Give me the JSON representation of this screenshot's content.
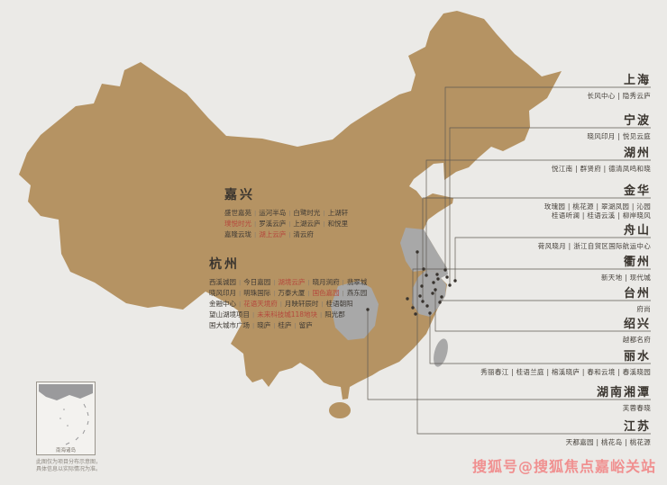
{
  "colors": {
    "background": "#ebeae7",
    "map_fill": "#b59363",
    "province_gray": "#a8a8a8",
    "accent_red": "#b5483c",
    "line_color": "#5f5a53",
    "watermark_pink": "#f09090"
  },
  "right_cities": [
    {
      "name": "上海",
      "projects": [
        "长风中心",
        "隐秀云庐"
      ]
    },
    {
      "name": "宁波",
      "projects": [
        "晓风印月",
        "悦见云庭"
      ]
    },
    {
      "name": "湖州",
      "projects": [
        "悦江南",
        "群贤府",
        "德清凤鸣和晓"
      ]
    },
    {
      "name": "金华",
      "projects": [
        "玫瑰园",
        "桃花源",
        "翠湖凤园",
        "沁园"
      ],
      "projects2": [
        "桂语听澜",
        "桂语云溪",
        "柳岸晓风"
      ]
    },
    {
      "name": "舟山",
      "projects": [
        "荷风晓月",
        "浙江自贸区国际航运中心"
      ]
    },
    {
      "name": "衢州",
      "projects": [
        "新天地",
        "现代城"
      ]
    },
    {
      "name": "台州",
      "projects": [
        "府尚"
      ]
    },
    {
      "name": "绍兴",
      "projects": [
        "越都名府"
      ]
    },
    {
      "name": "丽水",
      "projects": [
        "秀丽春江",
        "桂语兰庭",
        "榕溪晓庐",
        "春和云境",
        "春溪晓园"
      ]
    },
    {
      "name": "湖南湘潭",
      "projects": [
        "芙蓉春晓"
      ]
    },
    {
      "name": "江苏",
      "projects": [
        "天都嘉园",
        "桃花岛",
        "桃花源"
      ]
    }
  ],
  "jiaxing": {
    "name": "嘉兴",
    "rows": [
      [
        "盛世嘉苑",
        "运河半岛",
        "白鹭时光",
        "上湖轩"
      ],
      [
        "璞悦时光",
        "罗溪云庐",
        "上湖云庐",
        "和悦里"
      ],
      [
        "嘉隆云珑",
        "湖上云庐",
        "清云府"
      ]
    ]
  },
  "hangzhou": {
    "name": "杭州",
    "rows": [
      [
        "西溪诚园",
        "今日嘉园",
        "湖境云庐",
        "晓月涧府",
        "翡翠城"
      ],
      [
        "晓风印月",
        "明珠国际",
        "万泰大厦",
        "国色嘉园",
        "燕东园"
      ],
      [
        "金融中心",
        "花语天境府",
        "月映轩辰时",
        "桂语朝阳"
      ],
      [
        "望山湖境项目",
        "未来科技城118地块",
        "阳光郡"
      ],
      [
        "国大城市广场",
        "晓庐",
        "桂庐",
        "留庐"
      ]
    ]
  },
  "inset": {
    "label": "南海诸岛",
    "note1": "此图仅为项目分布示意图，",
    "note2": "具体信息以实际情况为准。"
  },
  "watermark": {
    "text": "搜狐号@搜狐焦点嘉峪关站"
  }
}
